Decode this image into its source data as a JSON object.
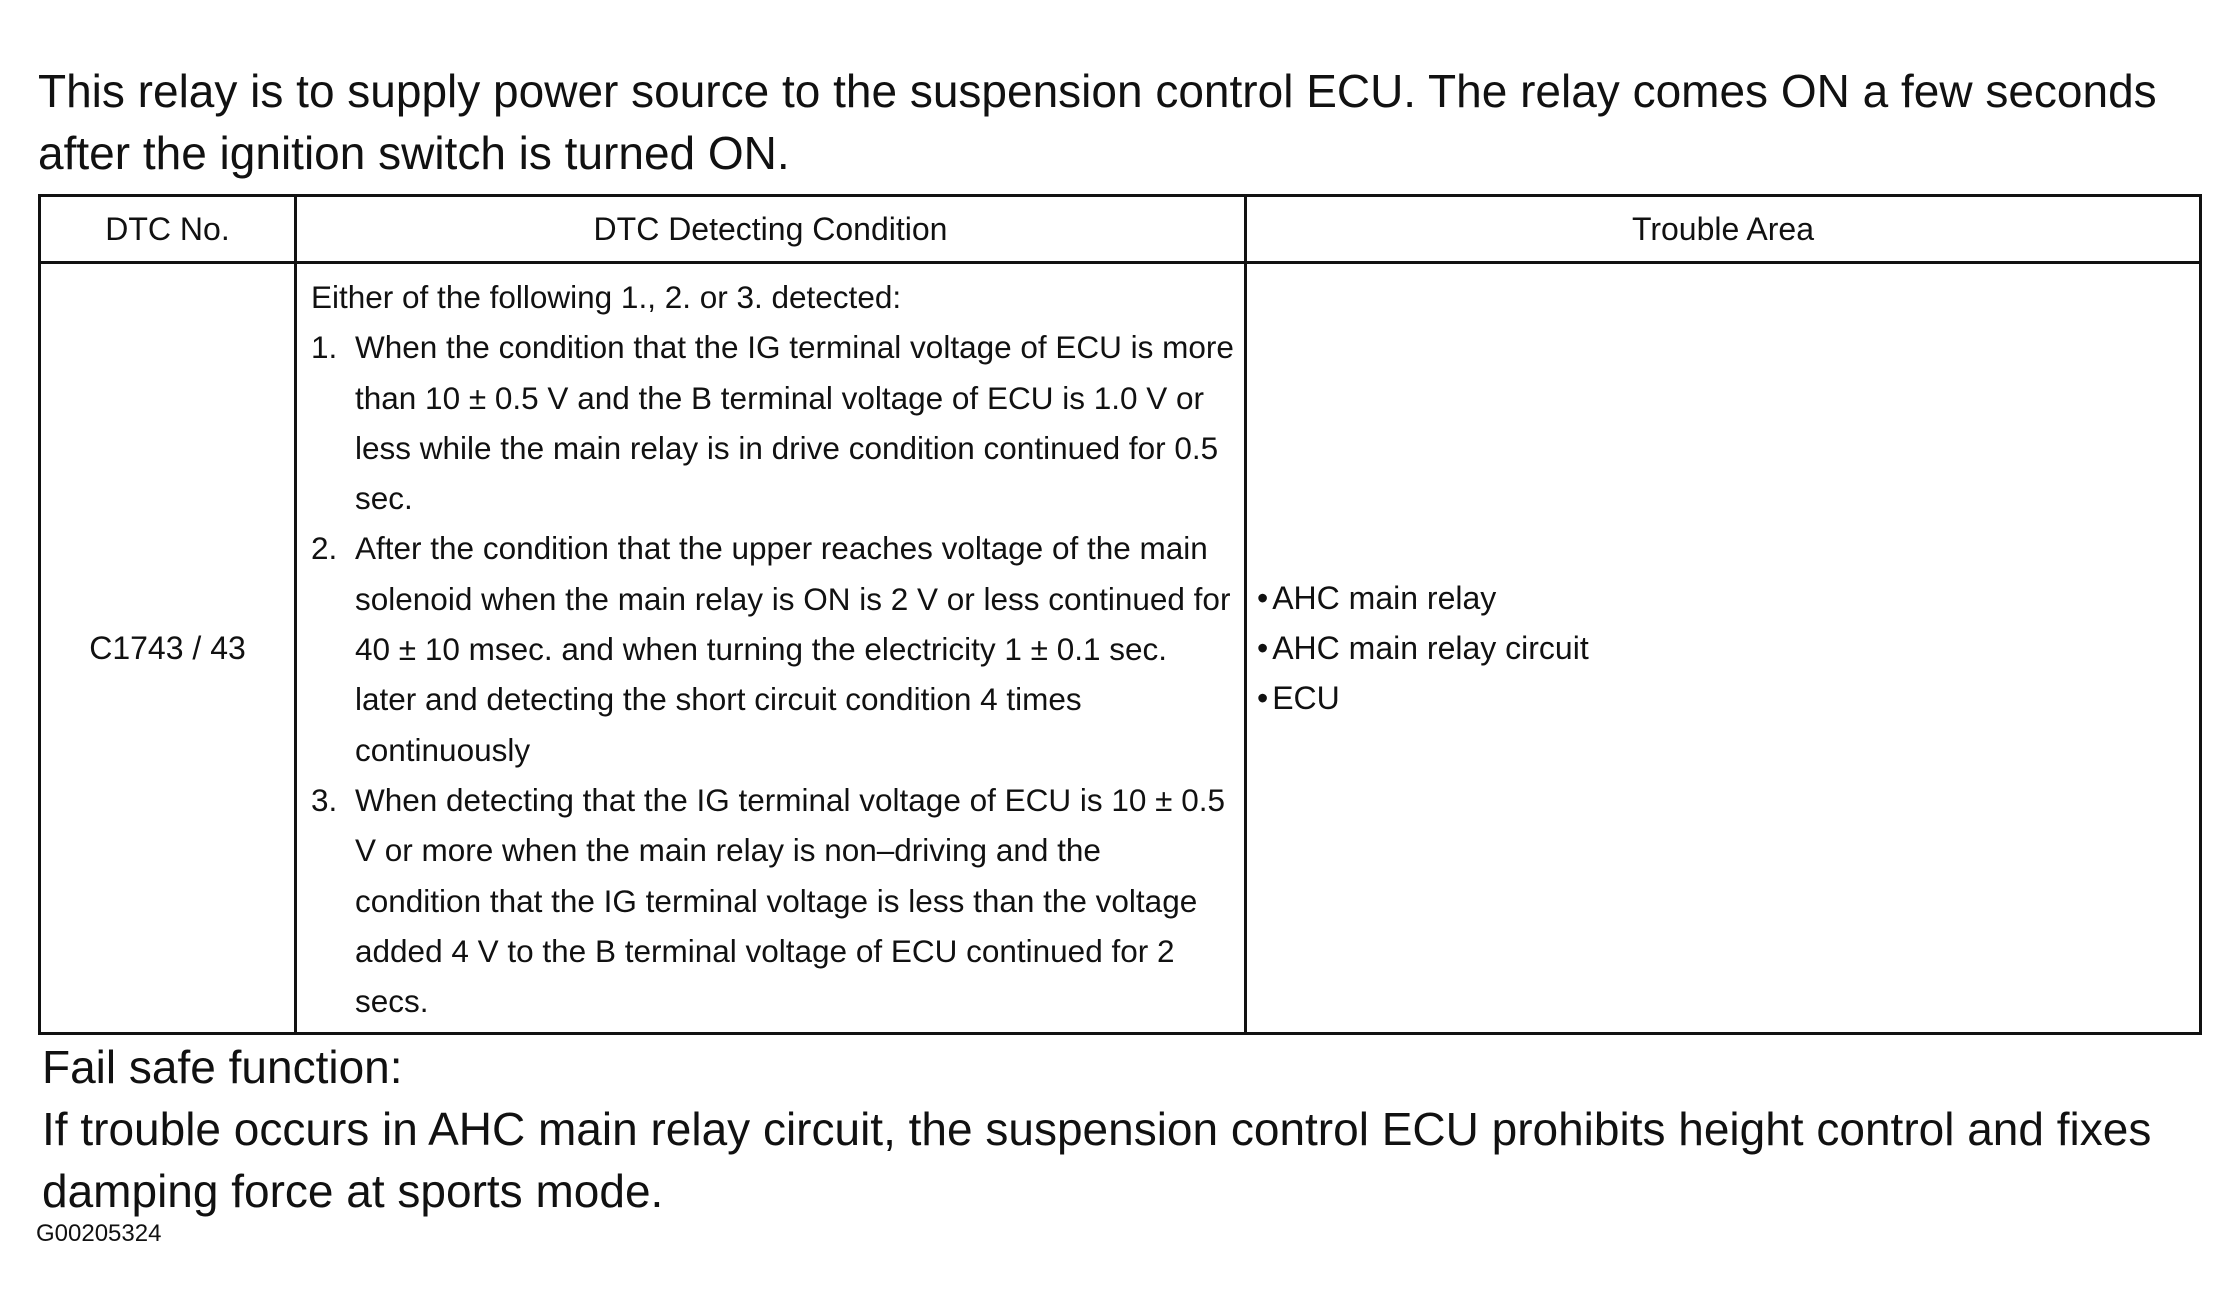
{
  "intro_text": "This relay is to supply power source to the suspension control ECU. The relay comes ON a few seconds after the ignition switch is turned ON.",
  "table": {
    "headers": [
      "DTC No.",
      "DTC Detecting Condition",
      "Trouble Area"
    ],
    "row": {
      "dtc_no": "C1743 / 43",
      "condition_intro": "Either of the following 1., 2. or 3. detected:",
      "conditions": [
        {
          "num": "1.",
          "text": "When the condition that the IG terminal voltage of ECU is more than 10 ± 0.5 V and the B terminal voltage of ECU is 1.0 V or less while the main relay is in drive condition continued for 0.5 sec."
        },
        {
          "num": "2.",
          "text": "After the condition that the upper reaches voltage of the main solenoid when the main relay is ON is 2 V or less continued for 40 ± 10 msec. and when turning the electricity 1 ± 0.1 sec. later and detecting the short circuit condition 4 times continuously"
        },
        {
          "num": "3.",
          "text": "When detecting that the IG terminal voltage of ECU is 10 ± 0.5 V or more when the main relay is non–driving and the condition that the IG terminal voltage is less than the voltage added 4 V to the B terminal voltage of ECU continued for 2 secs."
        }
      ],
      "trouble_areas": [
        "AHC main relay",
        "AHC main relay circuit",
        "ECU"
      ]
    }
  },
  "failsafe": {
    "title": "Fail safe function:",
    "text": "If trouble occurs in AHC main relay circuit, the suspension control ECU prohibits height control and fixes damping force at sports mode."
  },
  "figure_code": "G00205324"
}
